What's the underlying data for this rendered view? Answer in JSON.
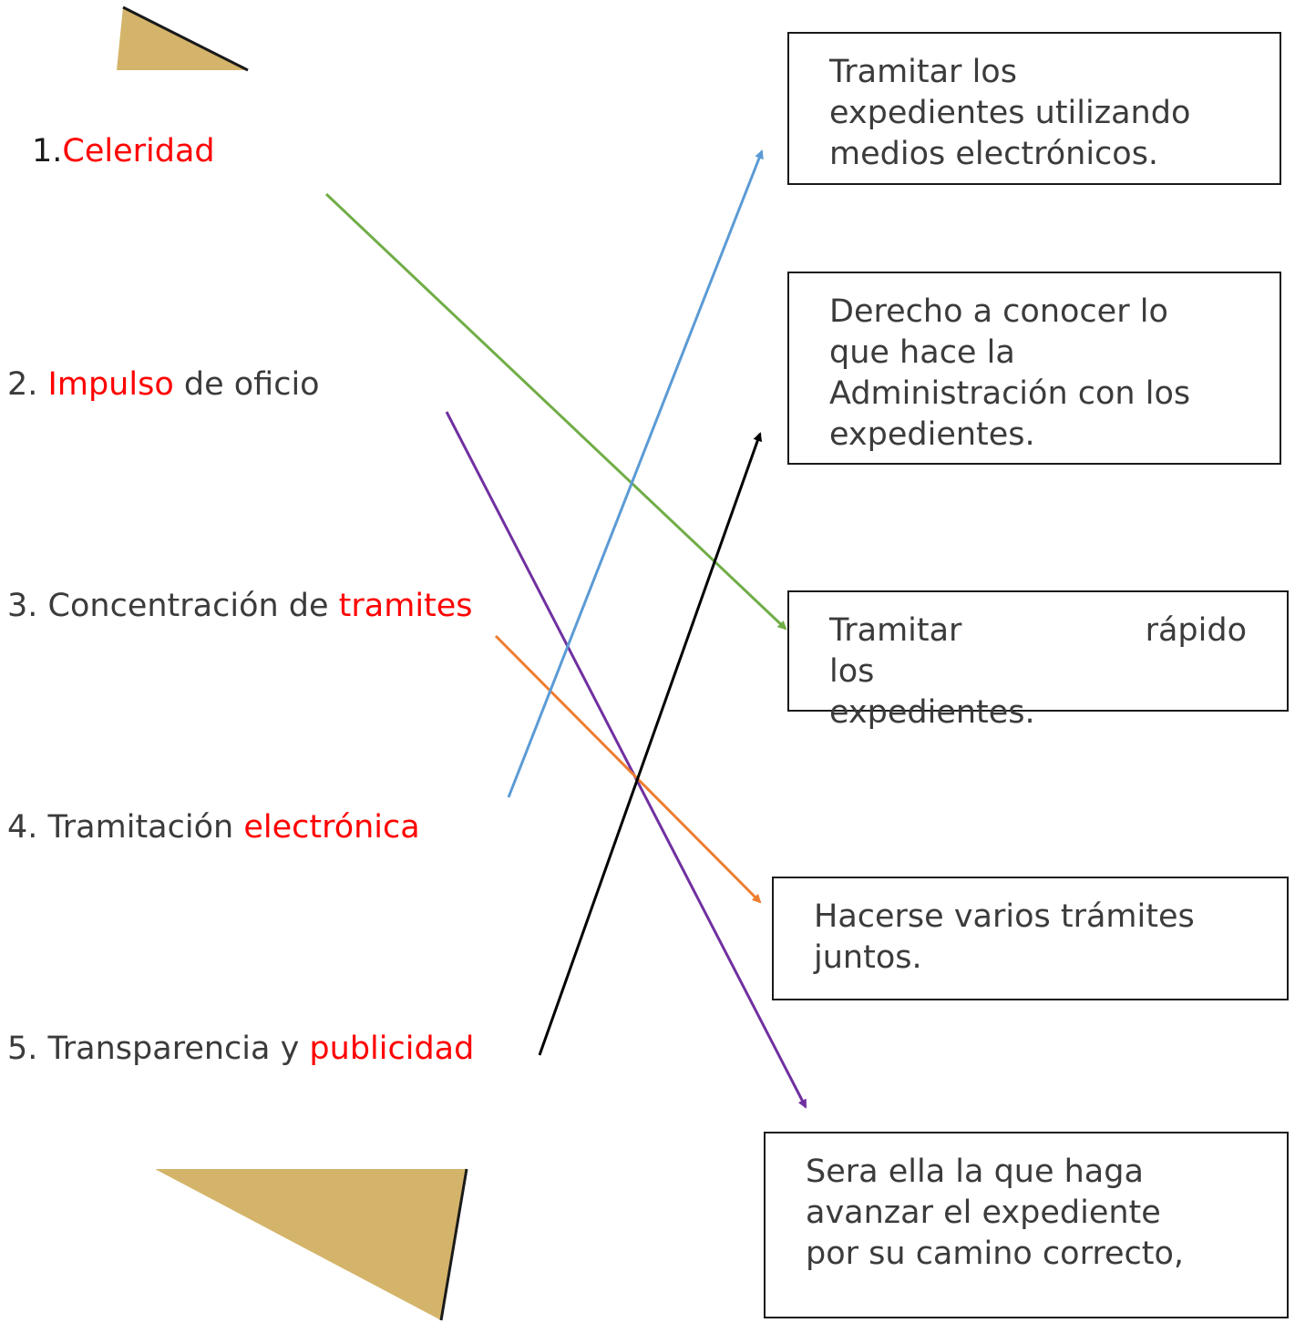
{
  "terms": [
    {
      "num": "1.",
      "pre": "",
      "highlight": "Celeridad",
      "post": ""
    },
    {
      "num": "2.",
      "pre": "",
      "highlight": "Impulso",
      "post": " de oficio"
    },
    {
      "num": "3.",
      "pre": "Concentración de ",
      "highlight": "tramites",
      "post": ""
    },
    {
      "num": "4.",
      "pre": "Tramitación ",
      "highlight": "electrónica",
      "post": ""
    },
    {
      "num": "5.",
      "pre": "Transparencia y ",
      "highlight": "publicidad",
      "post": ""
    }
  ],
  "definitions": [
    {
      "lines": [
        "Tramitar los",
        "expedientes utilizando",
        "medios electrónicos."
      ]
    },
    {
      "lines": [
        "Derecho a conocer lo",
        "que hace la",
        "Administración con los",
        "expedientes."
      ]
    },
    {
      "lines": [
        "Tramitar rápido los",
        "expedientes."
      ]
    },
    {
      "lines": [
        "Hacerse varios trámites",
        "juntos."
      ]
    },
    {
      "lines": [
        "Sera ella la que haga",
        "avanzar el expediente",
        "por su camino correcto,"
      ]
    }
  ],
  "connections": [
    {
      "from": "Celeridad",
      "to": "Tramitar rápido los expedientes.",
      "color": "#70ad47"
    },
    {
      "from": "Impulso de oficio",
      "to": "Sera ella la que haga avanzar el expediente por su camino correcto,",
      "color": "#7030a0"
    },
    {
      "from": "Concentración de tramites",
      "to": "Hacerse varios trámites juntos.",
      "color": "#ed7d31"
    },
    {
      "from": "Tramitación electrónica",
      "to": "Tramitar los expedientes utilizando medios electrónicos.",
      "color": "#5b9bd5"
    },
    {
      "from": "Transparencia y publicidad",
      "to": "Derecho a conocer lo que hace la Administración con los expedientes.",
      "color": "#000000"
    }
  ],
  "decoration_color": "#d4b46a"
}
